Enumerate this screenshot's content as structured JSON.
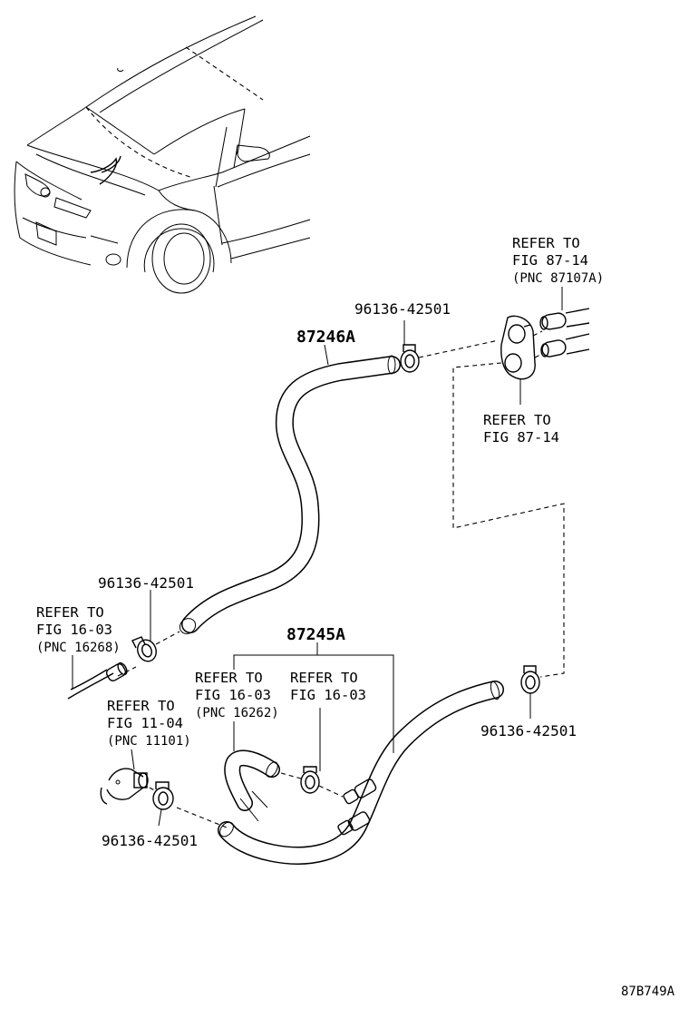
{
  "diagram": {
    "drawing_code": "87B749A",
    "parts": {
      "hose_upper": "87246A",
      "hose_lower": "87245A",
      "clamp_top": "96136-42501",
      "clamp_left": "96136-42501",
      "clamp_right": "96136-42501",
      "clamp_bottom": "96136-42501"
    },
    "references": {
      "ref_87_14_pnc": {
        "line1": "REFER TO",
        "line2": "FIG 87-14",
        "line3": "(PNC 87107A)"
      },
      "ref_87_14": {
        "line1": "REFER TO",
        "line2": "FIG 87-14"
      },
      "ref_16_03_pnc16268": {
        "line1": "REFER TO",
        "line2": "FIG 16-03",
        "line3": "(PNC 16268)"
      },
      "ref_11_04": {
        "line1": "REFER TO",
        "line2": "FIG 11-04",
        "line3": "(PNC 11101)"
      },
      "ref_16_03_pnc16262": {
        "line1": "REFER TO",
        "line2": "FIG 16-03",
        "line3": "(PNC 16262)"
      },
      "ref_16_03_plain": {
        "line1": "REFER TO",
        "line2": "FIG 16-03"
      }
    }
  }
}
